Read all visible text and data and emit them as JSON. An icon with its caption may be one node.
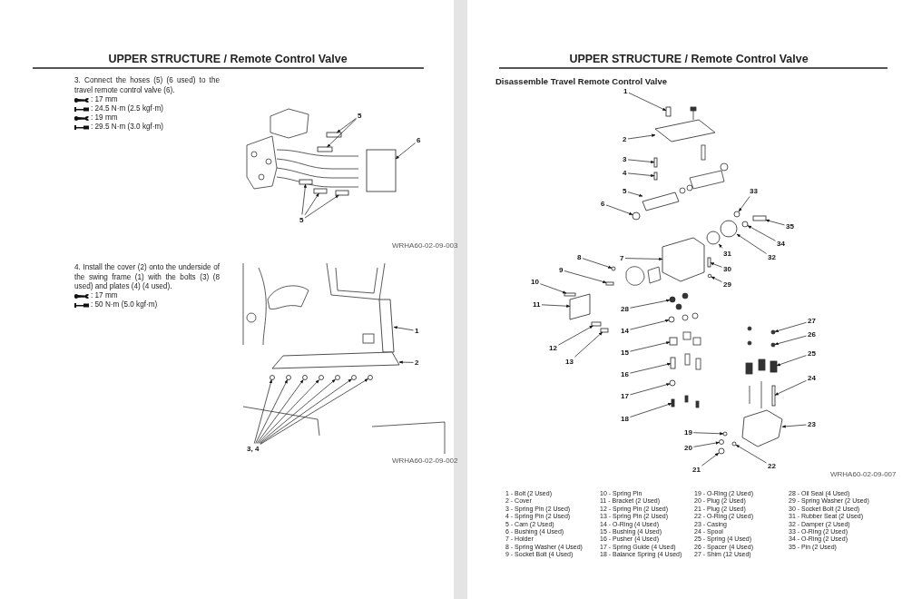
{
  "diagram": {
    "nodes": [
      {
        "text": [
          "5"
        ]
      },
      {
        "text": [
          "6"
        ]
      },
      {
        "text": [
          "5"
        ]
      },
      {
        "text": [
          "1"
        ]
      },
      {
        "text": [
          "2"
        ]
      },
      {
        "text": [
          "3, 4"
        ]
      },
      {
        "text": [
          "1"
        ]
      },
      {
        "text": [
          "2"
        ]
      },
      {
        "text": [
          "3"
        ]
      },
      {
        "text": [
          "4"
        ]
      },
      {
        "text": [
          "5"
        ]
      },
      {
        "text": [
          "6"
        ]
      },
      {
        "text": [
          "7"
        ]
      },
      {
        "text": [
          "8"
        ]
      },
      {
        "text": [
          "9"
        ]
      },
      {
        "text": [
          "10"
        ]
      },
      {
        "text": [
          "11"
        ]
      },
      {
        "text": [
          "12"
        ]
      },
      {
        "text": [
          "13"
        ]
      },
      {
        "text": [
          "14"
        ]
      },
      {
        "text": [
          "15"
        ]
      },
      {
        "text": [
          "16"
        ]
      },
      {
        "text": [
          "17"
        ]
      },
      {
        "text": [
          "18"
        ]
      },
      {
        "text": [
          "19"
        ]
      },
      {
        "text": [
          "20"
        ]
      },
      {
        "text": [
          "21"
        ]
      },
      {
        "text": [
          "22"
        ]
      },
      {
        "text": [
          "23"
        ]
      },
      {
        "text": [
          "24"
        ]
      },
      {
        "text": [
          "25"
        ]
      },
      {
        "text": [
          "26"
        ]
      },
      {
        "text": [
          "27"
        ]
      },
      {
        "text": [
          "28"
        ]
      },
      {
        "text": [
          "29"
        ]
      },
      {
        "text": [
          "30"
        ]
      },
      {
        "text": [
          "31"
        ]
      },
      {
        "text": [
          "32"
        ]
      },
      {
        "text": [
          "33"
        ]
      },
      {
        "text": [
          "34"
        ]
      },
      {
        "text": [
          "35"
        ]
      },
      {
        "text": [],
        "shape": "box"
      },
      {
        "text": [],
        "shape": "box"
      },
      {
        "text": [],
        "shape": "box"
      },
      {
        "text": [],
        "shape": "box"
      },
      {
        "text": [],
        "shape": "box"
      },
      {
        "text": [],
        "shape": "box"
      },
      {
        "text": [],
        "shape": "box"
      },
      {
        "text": [],
        "shape": "box"
      },
      {
        "text": [],
        "shape": "circle"
      },
      {
        "text": [],
        "shape": "circle"
      },
      {
        "text": [],
        "shape": "circle"
      },
      {
        "text": [],
        "shape": "circle"
      },
      {
        "text": [],
        "shape": "circle"
      },
      {
        "text": [],
        "shape": "circle"
      },
      {
        "text": [],
        "shape": "circle"
      },
      {
        "text": [],
        "shape": "box"
      },
      {
        "text": [],
        "shape": "box"
      },
      {
        "text": [],
        "shape": "box"
      },
      {
        "text": [],
        "shape": "box"
      },
      {
        "text": [],
        "shape": "box"
      },
      {
        "text": [],
        "shape": "circle"
      },
      {
        "text": [],
        "shape": "box"
      },
      {
        "text": [],
        "shape": "circle"
      },
      {
        "text": [],
        "shape": "box"
      },
      {
        "text": [],
        "shape": "box"
      },
      {
        "text": [],
        "shape": "box"
      },
      {
        "text": [],
        "shape": "box"
      },
      {
        "text": [],
        "shape": "box"
      },
      {
        "text": [],
        "shape": "circle"
      },
      {
        "text": [],
        "shape": "box"
      },
      {
        "text": [],
        "shape": "box"
      },
      {
        "text": [],
        "shape": "circle"
      },
      {
        "text": [],
        "shape": "box"
      },
      {
        "text": [],
        "shape": "circle"
      },
      {
        "text": [],
        "shape": "circle"
      },
      {
        "text": [],
        "shape": "circle"
      },
      {
        "text": [],
        "shape": "circle"
      },
      {
        "text": [],
        "shape": "box"
      },
      {
        "text": [],
        "shape": "box"
      },
      {
        "text": [],
        "shape": "box"
      },
      {
        "text": [],
        "shape": "circle"
      },
      {
        "text": [],
        "shape": "circle"
      },
      {
        "text": [],
        "shape": "circle"
      },
      {
        "text": [],
        "shape": "circle"
      },
      {
        "text": [],
        "shape": "box"
      },
      {
        "text": [],
        "shape": "circle"
      },
      {
        "text": [],
        "shape": "circle"
      },
      {
        "text": [],
        "shape": "circle"
      },
      {
        "text": [],
        "shape": "circle"
      },
      {
        "text": [],
        "shape": "box"
      }
    ],
    "edges": [
      {
        "from": 0,
        "to": 41,
        "arrow": "to"
      },
      {
        "from": 0,
        "to": 42,
        "arrow": "to"
      },
      {
        "from": 1,
        "to": 43,
        "arrow": "to"
      },
      {
        "from": 2,
        "to": 44,
        "arrow": "to"
      },
      {
        "from": 2,
        "to": 45,
        "arrow": "to"
      },
      {
        "from": 2,
        "to": 46,
        "arrow": "to"
      },
      {
        "from": 3,
        "to": 47,
        "arrow": "to"
      },
      {
        "from": 4,
        "to": 48,
        "arrow": "to"
      },
      {
        "from": 5,
        "to": 49,
        "arrow": "to"
      },
      {
        "from": 5,
        "to": 50,
        "arrow": "to"
      },
      {
        "from": 5,
        "to": 51,
        "arrow": "to"
      },
      {
        "from": 5,
        "to": 52,
        "arrow": "to"
      },
      {
        "from": 5,
        "to": 53,
        "arrow": "to"
      },
      {
        "from": 5,
        "to": 54,
        "arrow": "to"
      },
      {
        "from": 5,
        "to": 55,
        "arrow": "to"
      },
      {
        "from": 6,
        "to": 56,
        "arrow": "to"
      },
      {
        "from": 7,
        "to": 57,
        "arrow": "to"
      },
      {
        "from": 8,
        "to": 58,
        "arrow": "to"
      },
      {
        "from": 9,
        "to": 59,
        "arrow": "to"
      },
      {
        "from": 10,
        "to": 60,
        "arrow": "to"
      },
      {
        "from": 11,
        "to": 61,
        "arrow": "to"
      },
      {
        "from": 12,
        "to": 62,
        "arrow": "to"
      },
      {
        "from": 13,
        "to": 63,
        "arrow": "to"
      },
      {
        "from": 14,
        "to": 64,
        "arrow": "to"
      },
      {
        "from": 15,
        "to": 65,
        "arrow": "to"
      },
      {
        "from": 16,
        "to": 66,
        "arrow": "to"
      },
      {
        "from": 17,
        "to": 67,
        "arrow": "to"
      },
      {
        "from": 18,
        "to": 68,
        "arrow": "to"
      },
      {
        "from": 19,
        "to": 69,
        "arrow": "to"
      },
      {
        "from": 20,
        "to": 70,
        "arrow": "to"
      },
      {
        "from": 21,
        "to": 71,
        "arrow": "to"
      },
      {
        "from": 22,
        "to": 72,
        "arrow": "to"
      },
      {
        "from": 23,
        "to": 73,
        "arrow": "to"
      },
      {
        "from": 24,
        "to": 74,
        "arrow": "to"
      },
      {
        "from": 25,
        "to": 75,
        "arrow": "to"
      },
      {
        "from": 26,
        "to": 76,
        "arrow": "to"
      },
      {
        "from": 27,
        "to": 77,
        "arrow": "to"
      },
      {
        "from": 28,
        "to": 78,
        "arrow": "to"
      },
      {
        "from": 29,
        "to": 79,
        "arrow": "to"
      },
      {
        "from": 30,
        "to": 80,
        "arrow": "to"
      },
      {
        "from": 31,
        "to": 81,
        "arrow": "to"
      },
      {
        "from": 32,
        "to": 82,
        "arrow": "to"
      },
      {
        "from": 33,
        "to": 83,
        "arrow": "to"
      },
      {
        "from": 34,
        "to": 84,
        "arrow": "to"
      },
      {
        "from": 35,
        "to": 85,
        "arrow": "to"
      },
      {
        "from": 36,
        "to": 86,
        "arrow": "to"
      },
      {
        "from": 37,
        "to": 87,
        "arrow": "to"
      },
      {
        "from": 38,
        "to": 88,
        "arrow": "to"
      },
      {
        "from": 39,
        "to": 89,
        "arrow": "to"
      },
      {
        "from": 40,
        "to": 90,
        "arrow": "to"
      }
    ],
    "labels": [
      "UPPER STRUCTURE / Remote Control Valve",
      "3. Connect the hoses (5) (6 used) to the travel remote control valve (6).",
      ": 17 mm",
      ": 24.5 N·m (2.5 kgf·m)",
      ": 19 mm",
      ": 29.5 N·m (3.0 kgf·m)",
      "WRHA60-02-09-003",
      "4. Install the cover (2) onto the underside of the swing frame (1) with the bolts (3) (8 used) and plates (4) (4 used).",
      ": 17 mm",
      ": 50 N·m (5.0 kgf·m)",
      "WRHA60-02-09-002",
      "UPPER STRUCTURE / Remote Control Valve",
      "Disassemble Travel Remote Control Valve",
      "WRHA60-02-09-007",
      "1 - Bolt (2 Used)",
      "2 - Cover",
      "3 - Spring Pin (2 Used)",
      "4 - Spring Pin (2 Used)",
      "5 - Cam (2 Used)",
      "6 - Bushing (4 Used)",
      "7 - Holder",
      "8 - Spring Washer (4 Used)",
      "9 - Socket Bolt (4 Used)",
      "10 - Spring Pin",
      "11 - Bracket (2 Used)",
      "12 - Spring Pin (2 Used)",
      "13 - Spring Pin (2 Used)",
      "14 - O-Ring (4 Used)",
      "15 - Bushing (4 Used)",
      "16 - Pusher (4 Used)",
      "17 - Spring Guide (4 Used)",
      "18 - Balance Spring (4 Used)",
      "19 - O-Ring (2 Used)",
      "20 - Plug (2 Used)",
      "21 - Plug (2 Used)",
      "22 - O-Ring (2 Used)",
      "23 - Casing",
      "24 - Spool",
      "25 - Spring (4 Used)",
      "26 - Spacer (4 Used)",
      "27 - Shim (12 Used)",
      "28 - Oil Seal (4 Used)",
      "29 - Spring Washer (2 Used)",
      "30 - Socket Bolt (2 Used)",
      "31 - Rubber Seat (2 Used)",
      "32 - Damper (2 Used)",
      "33 - O-Ring (2 Used)",
      "34 - O-Ring (2 Used)",
      "35 - Pin (2 Used)"
    ]
  }
}
